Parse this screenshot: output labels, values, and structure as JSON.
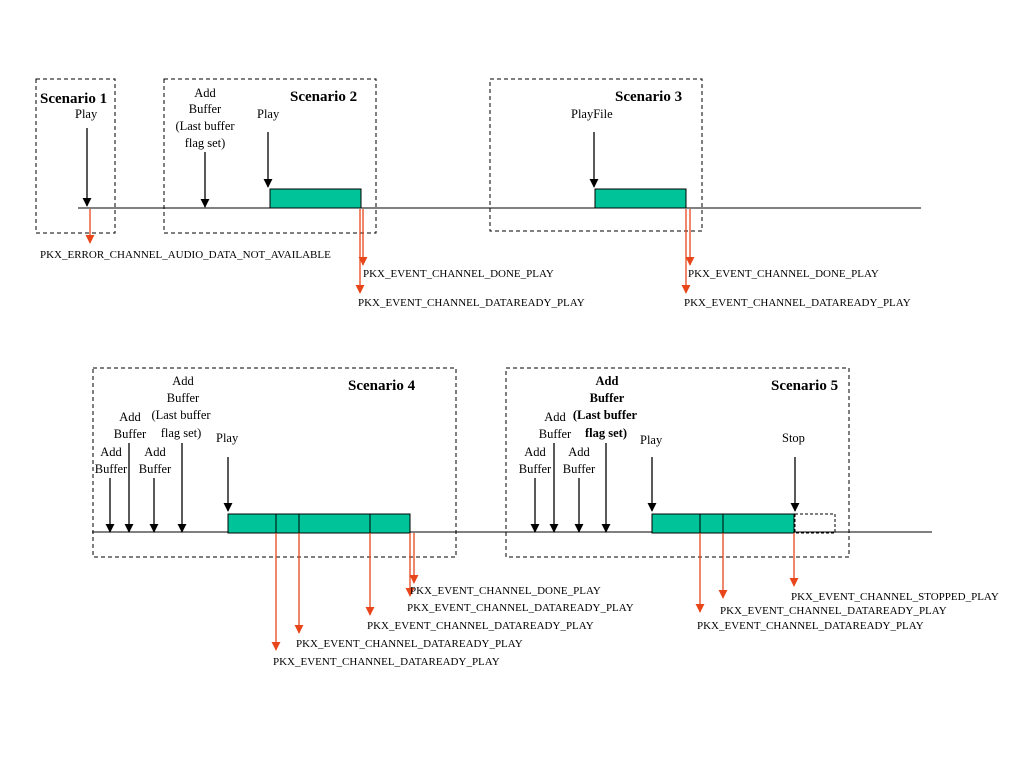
{
  "scenario1": {
    "title": "Scenario 1",
    "play": "Play",
    "event": "PKX_ERROR_CHANNEL_AUDIO_DATA_NOT_AVAILABLE"
  },
  "scenario2": {
    "title": "Scenario 2",
    "add_buffer": [
      "Add",
      "Buffer",
      "(Last buffer",
      "flag set)"
    ],
    "play": "Play",
    "events": [
      "PKX_EVENT_CHANNEL_DONE_PLAY",
      "PKX_EVENT_CHANNEL_DATAREADY_PLAY"
    ]
  },
  "scenario3": {
    "title": "Scenario 3",
    "playfile": "PlayFile",
    "events": [
      "PKX_EVENT_CHANNEL_DONE_PLAY",
      "PKX_EVENT_CHANNEL_DATAREADY_PLAY"
    ]
  },
  "scenario4": {
    "title": "Scenario 4",
    "add_buffer_last": [
      "Add",
      "Buffer",
      "(Last buffer",
      "flag set)"
    ],
    "add_buffer_2": [
      "Add",
      "Buffer"
    ],
    "add_buffer_1": [
      "Add",
      "Buffer"
    ],
    "add_buffer_3": [
      "Add",
      "Buffer"
    ],
    "play": "Play",
    "events": [
      "PKX_EVENT_CHANNEL_DONE_PLAY",
      "PKX_EVENT_CHANNEL_DATAREADY_PLAY",
      "PKX_EVENT_CHANNEL_DATAREADY_PLAY",
      "PKX_EVENT_CHANNEL_DATAREADY_PLAY",
      "PKX_EVENT_CHANNEL_DATAREADY_PLAY"
    ]
  },
  "scenario5": {
    "title": "Scenario 5",
    "add_buffer_last": [
      "Add",
      "Buffer",
      "(Last buffer",
      "flag set)"
    ],
    "add_buffer_2": [
      "Add",
      "Buffer"
    ],
    "add_buffer_1": [
      "Add",
      "Buffer"
    ],
    "add_buffer_3": [
      "Add",
      "Buffer"
    ],
    "play": "Play",
    "stop": "Stop",
    "events": [
      "PKX_EVENT_CHANNEL_STOPPED_PLAY",
      "PKX_EVENT_CHANNEL_DATAREADY_PLAY",
      "PKX_EVENT_CHANNEL_DATAREADY_PLAY"
    ]
  },
  "colors": {
    "bar": "#00c39a",
    "event_arrow": "#e8461a"
  }
}
